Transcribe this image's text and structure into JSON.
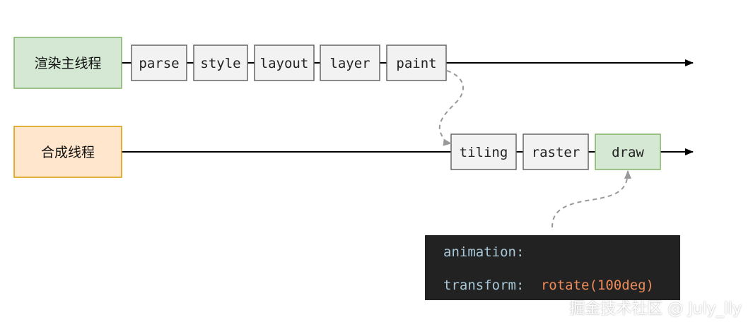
{
  "threads": {
    "main": {
      "label": "渲染主线程",
      "fill": "#d5e8d4",
      "stroke": "#82b366",
      "stages": [
        "parse",
        "style",
        "layout",
        "layer",
        "paint"
      ]
    },
    "compositor": {
      "label": "合成线程",
      "fill": "#ffe6cc",
      "stroke": "#d79b00",
      "stages": [
        "tiling",
        "raster",
        "draw"
      ]
    }
  },
  "stage_colors": {
    "default_fill": "#f2f2f2",
    "default_stroke": "#666666",
    "highlight_fill": "#d5e8d4",
    "highlight_stroke": "#82b366"
  },
  "code": {
    "line1": "animation:",
    "line2_prop": "transform:",
    "line2_value": "rotate(100deg)",
    "bg": "#222222",
    "prop_color": "#a8c8d8",
    "value_color": "#f08c5a"
  },
  "watermark": "掘金技术社区 @ July_lly"
}
